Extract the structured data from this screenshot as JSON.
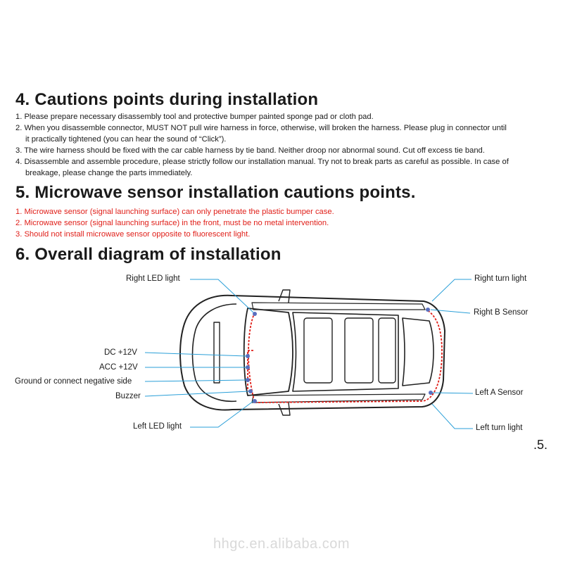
{
  "section4": {
    "title": "4. Cautions points during installation",
    "items": [
      "1. Please prepare necessary disassembly tool and protective bumper painted sponge pad or cloth pad.",
      "2. When you disassemble connector, MUST NOT pull wire harness in force, otherwise, will broken the harness. Please plug in connector until",
      "   it practically tightened (you can hear the sound of “Click”).",
      "3. The wire harness should be fixed with the car cable harness by  tie band. Neither droop nor abnormal sound. Cut off excess tie band.",
      "4. Disassemble and assemble procedure, please strictly follow our installation manual. Try not to break parts as careful as possible. In case of",
      "   breakage, please change the parts immediately."
    ]
  },
  "section5": {
    "title": "5. Microwave sensor installation cautions points.",
    "items": [
      "1. Microwave sensor (signal launching surface) can only penetrate the plastic bumper case.",
      "2. Microwave sensor (signal launching surface) in the front, must be no metal intervention.",
      "3. Should not install microwave sensor opposite to fluorescent light."
    ]
  },
  "section6": {
    "title": "6. Overall diagram of installation",
    "labels": {
      "right_led_light": "Right LED light",
      "dc_12v": "DC  +12V",
      "acc_12v": "ACC  +12V",
      "ground": "Ground or connect negative side",
      "buzzer": "Buzzer",
      "left_led_light": "Left LED light",
      "right_turn_light": "Right turn light",
      "right_b_sensor": "Right B Sensor",
      "left_a_sensor": "Left A Sensor",
      "left_turn_light": "Left turn light"
    }
  },
  "page_number": ".5.",
  "watermark": "hhgc.en.alibaba.com",
  "colors": {
    "text": "#1a1a1a",
    "caution_red": "#e0201a",
    "leader_line": "#2a9fd8",
    "wire": "#e0201a",
    "connector": "#5a6fbf"
  }
}
